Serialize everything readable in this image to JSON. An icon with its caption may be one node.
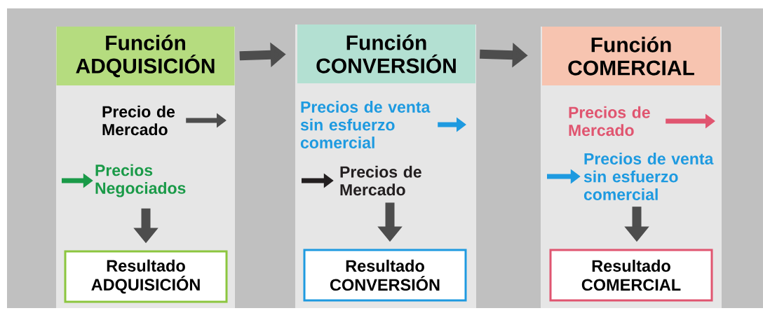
{
  "diagram": {
    "nodes": [
      {
        "text": [],
        "shape": "box"
      },
      {
        "text": [
          "Función ADQUISICIÓN"
        ],
        "in": 0
      },
      {
        "text": [
          "Precio de Mercado"
        ],
        "in": 0
      },
      {
        "text": [
          "Precios Negociados"
        ],
        "in": 0
      },
      {
        "text": [
          "Resultado ADQUISICIÓN"
        ],
        "in": 0
      },
      {
        "text": [],
        "shape": "box"
      },
      {
        "text": [
          "Función CONVERSIÓN"
        ],
        "in": 5
      },
      {
        "text": [
          "Precios de venta sin esfuerzo comercial"
        ],
        "in": 5
      },
      {
        "text": [
          "Precios de Mercado"
        ],
        "in": 5
      },
      {
        "text": [
          "Resultado CONVERSIÓN"
        ],
        "in": 5
      },
      {
        "text": [],
        "shape": "box"
      },
      {
        "text": [
          "Función COMERCIAL"
        ],
        "in": 10
      },
      {
        "text": [
          "Precios de Mercado"
        ],
        "in": 10
      },
      {
        "text": [
          "Precios de venta sin esfuerzo comercial"
        ],
        "in": 10
      },
      {
        "text": [
          "Resultado COMERCIAL"
        ],
        "in": 10
      }
    ],
    "edges": [
      {
        "from": 1,
        "to": 6,
        "arrow": "to",
        "style": "thick"
      },
      {
        "from": 6,
        "to": 11,
        "arrow": "to",
        "style": "thick"
      },
      {
        "from": 2,
        "to": null,
        "arrow": "to"
      },
      {
        "from": null,
        "to": 3,
        "arrow": "to",
        "color": "#1a9a48"
      },
      {
        "from": 3,
        "to": 4,
        "arrow": "to",
        "style": "thick"
      },
      {
        "from": 7,
        "to": null,
        "arrow": "to",
        "color": "#1e9ae0"
      },
      {
        "from": null,
        "to": 8,
        "arrow": "to",
        "color": "#231f20"
      },
      {
        "from": 8,
        "to": 9,
        "arrow": "to",
        "style": "thick"
      },
      {
        "from": 12,
        "to": null,
        "arrow": "to",
        "color": "#e05570"
      },
      {
        "from": null,
        "to": 13,
        "arrow": "to",
        "color": "#1e9ae0"
      },
      {
        "from": 13,
        "to": 14,
        "arrow": "to",
        "style": "thick"
      }
    ]
  }
}
